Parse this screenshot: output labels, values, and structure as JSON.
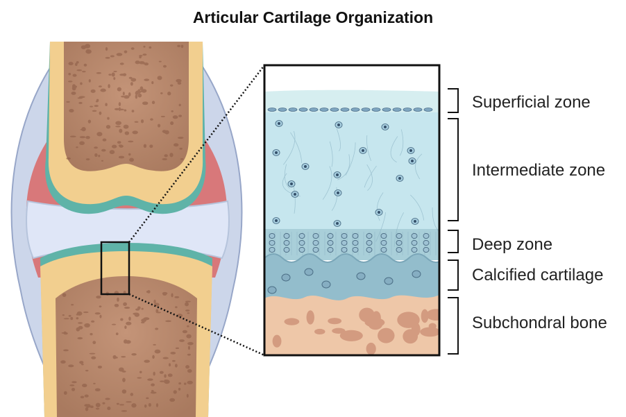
{
  "title": "Articular Cartilage Organization",
  "zones": [
    {
      "label": "Superficial zone"
    },
    {
      "label": "Intermediate zone"
    },
    {
      "label": "Deep zone"
    },
    {
      "label": "Calcified cartilage"
    },
    {
      "label": "Subchondral bone"
    }
  ],
  "colors": {
    "bone_outer": "#f2cf8f",
    "bone_inner": "#b88a6c",
    "cartilage": "#5fb3a8",
    "synovial_fluid": "#dfe6f7",
    "synovium": "#d8787a",
    "capsule": "#b6c4dc",
    "superficial": "#d6eef0",
    "intermediate": "#c6e6ee",
    "deep": "#a9cfd9",
    "calcified": "#93bdcc",
    "subchondral": "#eec7a8"
  }
}
